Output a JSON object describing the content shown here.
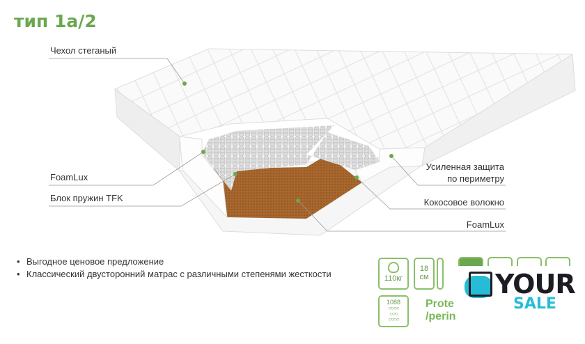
{
  "title": "тип 1а/2",
  "labels": {
    "cover": "Чехол стеганый",
    "foam_left": "FoamLux",
    "spring_block": "Блок пружин TFK",
    "perimeter_line1": "Усиленная защита",
    "perimeter_line2": "по периметру",
    "coconut": "Кокосовое волокно",
    "foam_right": "FoamLux"
  },
  "bullets": [
    "Выгодное ценовое предложение",
    "Классический двусторонний матрас с различными степенями жесткости"
  ],
  "badges": {
    "weight": "110кг",
    "height_value": "18",
    "height_unit": "см",
    "springs": "1088",
    "protect_line1": "Prote",
    "protect_line2": "/perin"
  },
  "watermark": {
    "line1": "YOUR",
    "line2": "SALE"
  },
  "colors": {
    "accent": "#6aa84f",
    "coconut": "#a0622c",
    "logo_blue": "#27bcd6"
  }
}
